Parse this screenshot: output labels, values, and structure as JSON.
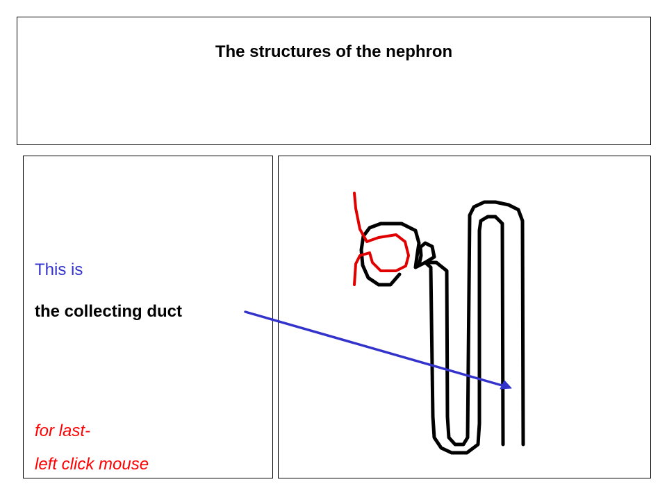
{
  "title": "The structures of the nephron",
  "text_panel": {
    "line1": "This is",
    "line2": "the collecting duct",
    "line3": "for last-",
    "line4": "left click mouse"
  },
  "colors": {
    "intro_text": "#3333cc",
    "highlight_text": "#000000",
    "instruction_text": "#ff0000",
    "arrow": "#3333cc",
    "tubule": "#000000",
    "capillary": "#e00000"
  },
  "icons": [
    "pointer-arrow",
    "nephron-tubule",
    "glomerulus-capillary"
  ]
}
